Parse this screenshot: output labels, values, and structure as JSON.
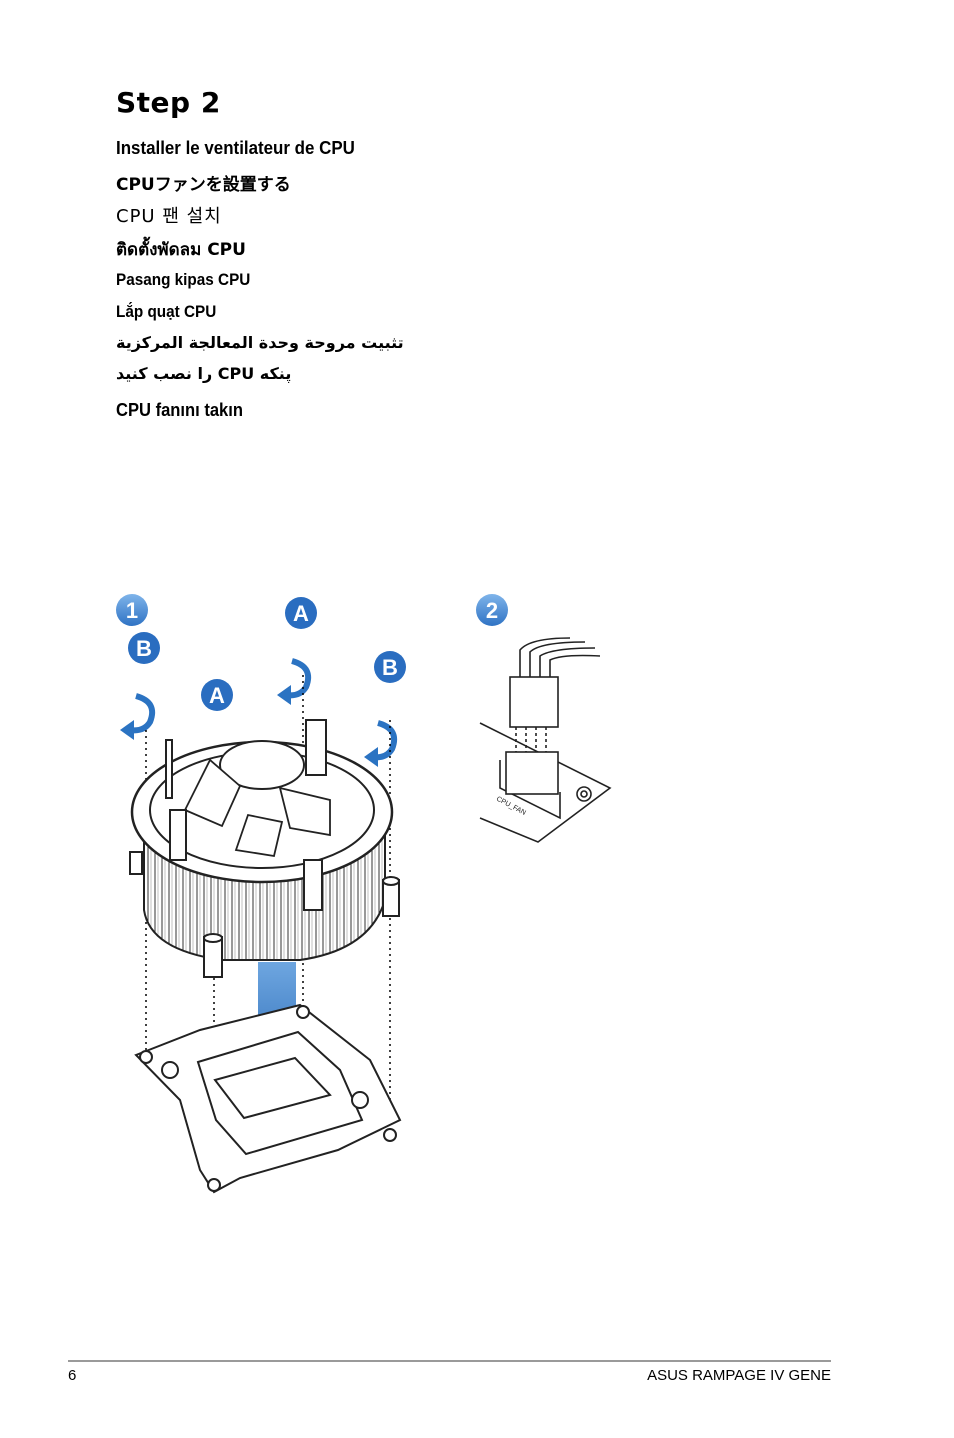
{
  "heading": "Step 2",
  "instructions": [
    "Installer le ventilateur de CPU",
    "CPUファンを設置する",
    "CPU 팬 설치",
    "ติดตั้งพัดลม CPU",
    "Pasang kipas CPU",
    "Lắp quạt CPU",
    "تثبيت مروحة وحدة المعالجة المركزية",
    "پنکه CPU را نصب کنید",
    "CPU fanını takın"
  ],
  "figure": {
    "step_badges": [
      "1",
      "2"
    ],
    "letter_badges": {
      "a": "A",
      "b": "B"
    },
    "connector_label": "CPU_FAN",
    "colors": {
      "badge_light": "#4a8fd6",
      "badge_dark": "#2a6dc0",
      "arrow": "#2b73c2"
    }
  },
  "footer": {
    "page_number": "6",
    "document_name": "ASUS RAMPAGE IV GENE"
  }
}
